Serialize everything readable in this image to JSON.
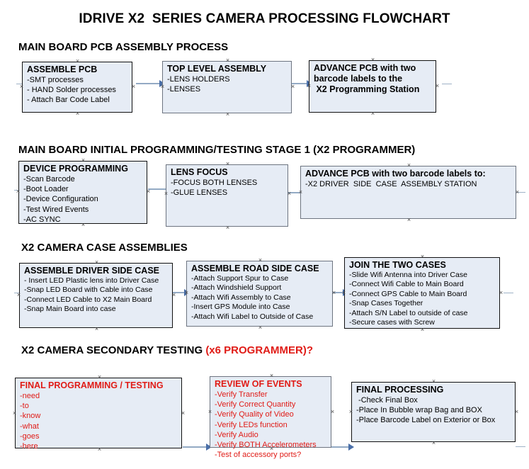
{
  "title": "IDRIVE X2  SERIES CAMERA PROCESSING FLOWCHART",
  "sections": [
    {
      "heading": "MAIN BOARD PCB ASSEMBLY PROCESS",
      "heading_accent": "",
      "nodes": [
        {
          "title": "ASSEMBLE PCB",
          "items": [
            "-SMT processes",
            "- HAND Solder processes",
            "- Attach Bar Code Label"
          ]
        },
        {
          "title": "TOP LEVEL ASSEMBLY",
          "items": [
            "-LENS HOLDERS",
            "-LENSES"
          ]
        },
        {
          "title": "ADVANCE PCB with two",
          "items": [
            "barcode labels to the",
            " X2 Programming Station"
          ]
        }
      ]
    },
    {
      "heading": "MAIN BOARD INITIAL PROGRAMMING/TESTING STAGE 1 (X2 PROGRAMMER)",
      "heading_accent": "",
      "nodes": [
        {
          "title": "DEVICE PROGRAMMING",
          "items": [
            "-Scan Barcode",
            "-Boot Loader",
            "-Device Configuration",
            "-Test Wired Events",
            "-AC SYNC"
          ]
        },
        {
          "title": "LENS FOCUS",
          "items": [
            "-FOCUS BOTH LENSES",
            "-GLUE LENSES"
          ]
        },
        {
          "title": "ADVANCE PCB with two barcode labels to:",
          "items": [
            "-X2 DRIVER  SIDE  CASE  ASSEMBLY STATION"
          ]
        }
      ]
    },
    {
      "heading": "X2 CAMERA CASE ASSEMBLIES",
      "heading_accent": "",
      "nodes": [
        {
          "title": "ASSEMBLE DRIVER SIDE CASE",
          "items": [
            "- Insert LED Plastic lens into Driver Case",
            "-Snap LED Board with Cable into Case",
            "-Connect LED Cable to X2 Main Board",
            "-Snap Main Board into case"
          ]
        },
        {
          "title": "ASSEMBLE ROAD SIDE CASE",
          "items": [
            "-Attach Support Spur to Case",
            "-Attach Windshield Support",
            "-Attach Wifi Assembly to Case",
            "-Insert GPS Module into Case",
            "-Attach Wifi Label to Outside of Case"
          ]
        },
        {
          "title": "JOIN THE TWO CASES",
          "items": [
            "-Slide Wifi Antenna into Driver Case",
            "-Connect Wifi Cable to Main Board",
            "-Connect GPS Cable to Main Board",
            "-Snap Cases Together",
            "-Attach S/N Label to outside of case",
            "-Secure cases with Screw"
          ]
        }
      ]
    },
    {
      "heading": "X2 CAMERA SECONDARY TESTING ",
      "heading_accent": "(x6 PROGRAMMER)?",
      "nodes": [
        {
          "title": "FINAL PROGRAMMING / TESTING",
          "items": [
            "-need",
            "-to",
            "-know",
            "-what",
            "-goes",
            "-here"
          ]
        },
        {
          "title": "REVIEW OF EVENTS",
          "items": [
            "-Verify Transfer",
            "-Verify Correct Quantity",
            "-Verify Quality of Video",
            "-Verify LEDs function",
            "-Verify Audio",
            "-Verify BOTH Accelerometers",
            "-Test of accessory ports?"
          ]
        },
        {
          "title": "FINAL PROCESSING",
          "items": [
            " -Check Final Box",
            "-Place In Bubble wrap Bag and BOX",
            "-Place Barcode Label on Exterior or Box"
          ]
        }
      ]
    }
  ],
  "colors": {
    "box_fill": "#e6ecf5",
    "box_border_black": "#111111",
    "box_border_grey": "#6d7480",
    "accent_red": "#e01b16",
    "connector": "#93aac4",
    "arrowhead": "#4a6fa8"
  }
}
